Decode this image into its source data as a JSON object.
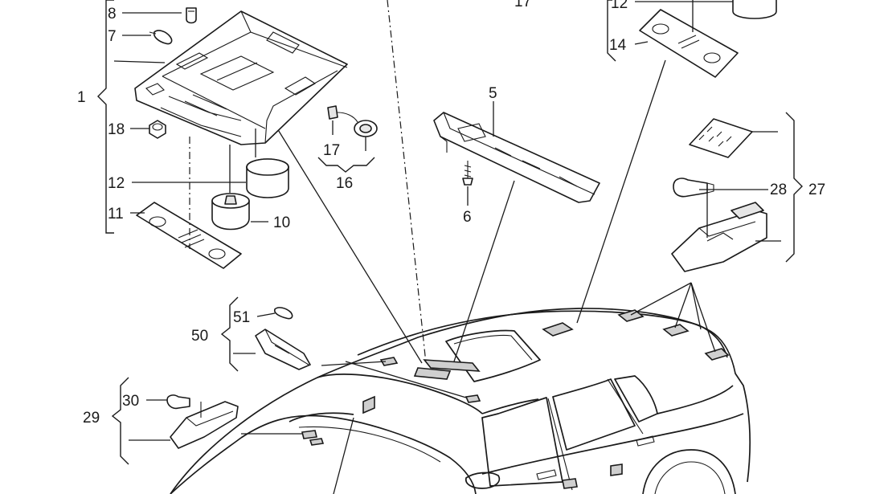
{
  "diagram": {
    "callouts": {
      "c8": "8",
      "c7": "7",
      "c1": "1",
      "c18": "18",
      "c12a": "12",
      "c11": "11",
      "c10": "10",
      "c17top": "17",
      "c12b": "12",
      "c14": "14",
      "c17": "17",
      "c16": "16",
      "c5": "5",
      "c6": "6",
      "c28": "28",
      "c27": "27",
      "c51": "51",
      "c50": "50",
      "c30": "30",
      "c29": "29"
    }
  }
}
